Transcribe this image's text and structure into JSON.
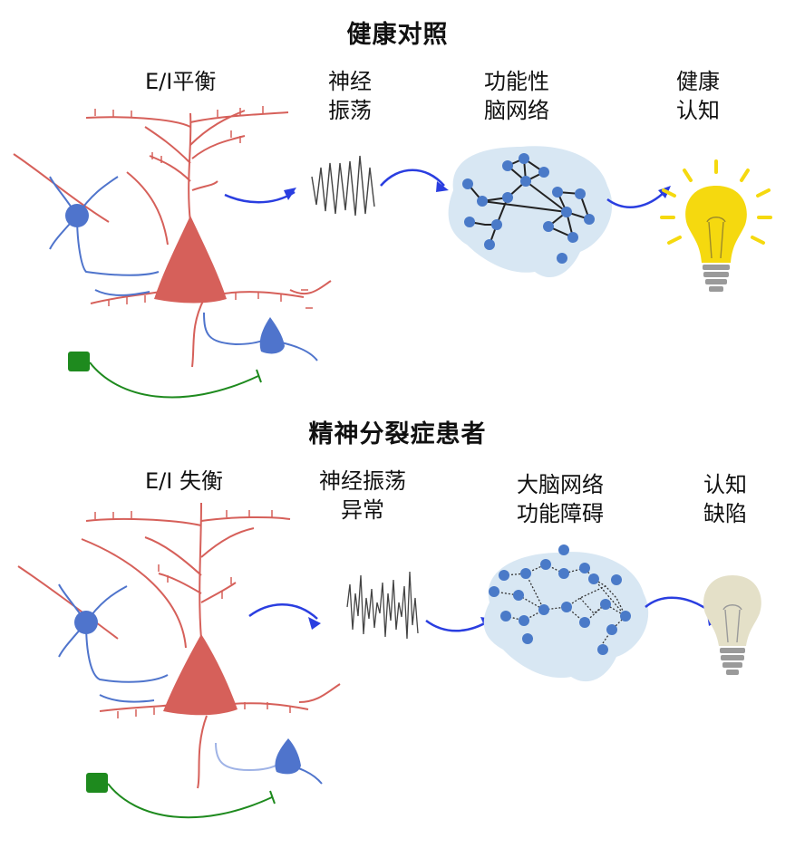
{
  "sections": [
    {
      "title": "健康对照",
      "ei_label": "E/I平衡",
      "oscillation_label": [
        "神经",
        "振荡"
      ],
      "network_label": [
        "功能性",
        "脑网络"
      ],
      "outcome_label": [
        "健康",
        "认知"
      ]
    },
    {
      "title": "精神分裂症患者",
      "ei_label": "E/I 失衡",
      "oscillation_label": [
        "神经振荡",
        "异常"
      ],
      "network_label": [
        "大脑网络",
        "功能障碍"
      ],
      "outcome_label": [
        "认知",
        "缺陷"
      ]
    }
  ],
  "colors": {
    "pyramidal": "#d6605a",
    "interneuron": "#4f74cc",
    "inhibitory_green": "#1e8a1e",
    "arrow": "#2a3ee0",
    "brain_fill": "#d8e7f3",
    "node": "#4a7ac8",
    "bulb_on": "#f5d90f",
    "bulb_off": "#e4e0c8"
  },
  "icons": [
    "pyramidal-neuron-icon",
    "interneuron-icon",
    "oscillation-wave-icon",
    "brain-network-icon",
    "light-bulb-on-icon",
    "light-bulb-off-icon"
  ]
}
